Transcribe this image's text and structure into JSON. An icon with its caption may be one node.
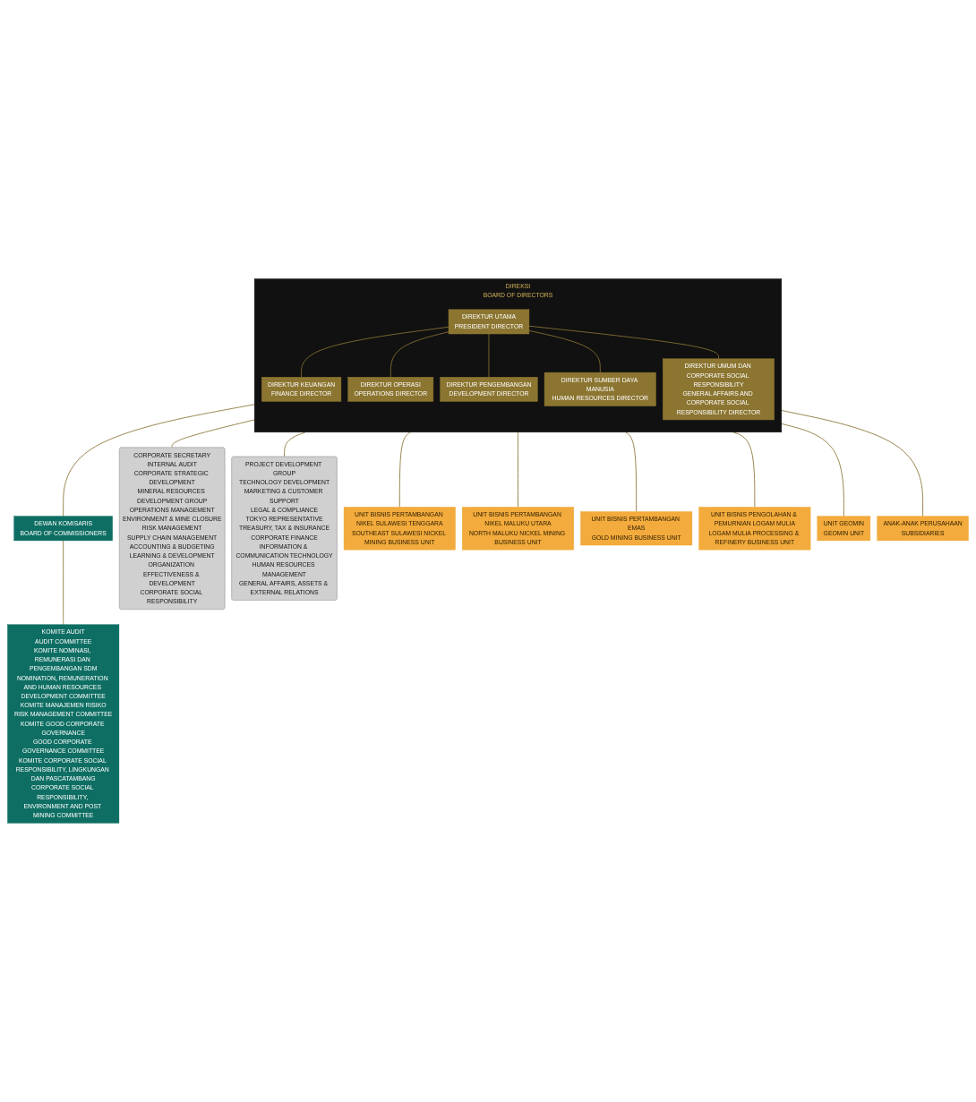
{
  "diagram": {
    "nodes": [
      {
        "text": [
          "DIREKSI",
          "BOARD OF DIRECTORS"
        ]
      },
      {
        "text": [
          "DIREKTUR UTAMA",
          "PRESIDENT DIRECTOR"
        ],
        "in": 0
      },
      {
        "text": [
          "DIREKTUR KEUANGAN",
          "FINANCE DIRECTOR"
        ],
        "in": 0
      },
      {
        "text": [
          "DIREKTUR OPERASI",
          "OPERATIONS DIRECTOR"
        ],
        "in": 0
      },
      {
        "text": [
          "DIREKTUR PENGEMBANGAN",
          "DEVELOPMENT DIRECTOR"
        ],
        "in": 0
      },
      {
        "text": [
          "DIREKTUR SUMBER DAYA MANUSIA",
          "HUMAN RESOURCES DIRECTOR"
        ],
        "in": 0
      },
      {
        "text": [
          "DIREKTUR UMUM DAN CORPORATE SOCIAL RESPONSIBILITY",
          "GENERAL AFFAIRS AND CORPORATE SOCIAL RESPONSIBILITY DIRECTOR"
        ],
        "in": 0
      },
      {
        "text": [
          "DEWAN KOMISARIS",
          "BOARD OF COMMISSIONERS"
        ]
      },
      {
        "text": [
          "KOMITE AUDIT",
          "AUDIT COMMITTEE",
          "KOMITE NOMINASI, REMUNERASI DAN PENGEMBANGAN SDM",
          "NOMINATION, REMUNERATION AND HUMAN RESOURCES DEVELOPMENT COMMITTEE",
          "KOMITE MANAJEMEN RISIKO",
          "RISK MANAGEMENT COMMITTEE",
          "KOMITE GOOD CORPORATE GOVERNANCE",
          "GOOD CORPORATE GOVERNANCE COMMITTEE",
          "KOMITE CORPORATE SOCIAL RESPONSIBILITY, LINGKUNGAN DAN PASCATAMBANG",
          "CORPORATE SOCIAL RESPONSIBILITY, ENVIRONMENT AND POST MINING COMMITTEE"
        ]
      },
      {
        "text": [
          "CORPORATE SECRETARY",
          "INTERNAL AUDIT",
          "CORPORATE STRATEGIC DEVELOPMENT",
          "MINERAL RESOURCES DEVELOPMENT GROUP",
          "OPERATIONS MANAGEMENT",
          "ENVIRONMENT & MINE CLOSURE",
          "RISK MANAGEMENT",
          "SUPPLY CHAIN MANAGEMENT",
          "ACCOUNTING & BUDGETING",
          "LEARNING & DEVELOPMENT",
          "ORGANIZATION EFFECTIVENESS & DEVELOPMENT",
          "CORPORATE SOCIAL RESPONSIBILITY"
        ]
      },
      {
        "text": [
          "PROJECT DEVELOPMENT GROUP",
          "TECHNOLOGY DEVELOPMENT",
          "MARKETING & CUSTOMER SUPPORT",
          "LEGAL & COMPLIANCE",
          "TOKYO REPRESENTATIVE",
          "TREASURY, TAX & INSURANCE",
          "CORPORATE FINANCE",
          "INFORMATION & COMMUNICATION TECHNOLOGY",
          "HUMAN RESOURCES MANAGEMENT",
          "GENERAL AFFAIRS, ASSETS & EXTERNAL RELATIONS"
        ]
      },
      {
        "text": [
          "UNIT BISNIS PERTAMBANGAN NIKEL SULAWESI TENGGARA",
          "SOUTHEAST SULAWESI NICKEL MINING BUSINESS UNIT"
        ]
      },
      {
        "text": [
          "UNIT BISNIS PERTAMBANGAN NIKEL MALUKU UTARA",
          "NORTH MALUKU NICKEL MINING BUSINESS UNIT"
        ]
      },
      {
        "text": [
          "UNIT BISNIS PERTAMBANGAN EMAS",
          "GOLD MINING BUSINESS UNIT"
        ]
      },
      {
        "text": [
          "UNIT BISNIS PENGOLAHAN & PEMURNIAN LOGAM MULIA",
          "LOGAM MULIA PROCESSING & REFINERY BUSINESS UNIT"
        ]
      },
      {
        "text": [
          "UNIT GEOMIN",
          "GEOMIN UNIT"
        ]
      },
      {
        "text": [
          "ANAK-ANAK PERUSAHAAN",
          "SUBSIDIARIES"
        ]
      }
    ],
    "edges": [
      {
        "from": 1,
        "to": 2,
        "arrow": "none"
      },
      {
        "from": 1,
        "to": 3,
        "arrow": "none"
      },
      {
        "from": 1,
        "to": 4,
        "arrow": "none"
      },
      {
        "from": 1,
        "to": 5,
        "arrow": "none"
      },
      {
        "from": 1,
        "to": 6,
        "arrow": "none"
      },
      {
        "from": 0,
        "to": 7,
        "arrow": "none"
      },
      {
        "from": 7,
        "to": 8,
        "arrow": "none"
      },
      {
        "from": 0,
        "to": 9,
        "arrow": "none"
      },
      {
        "from": 0,
        "to": 10,
        "arrow": "none"
      },
      {
        "from": 0,
        "to": 11,
        "arrow": "none"
      },
      {
        "from": 0,
        "to": 12,
        "arrow": "none"
      },
      {
        "from": 0,
        "to": 13,
        "arrow": "none"
      },
      {
        "from": 0,
        "to": 14,
        "arrow": "none"
      },
      {
        "from": 0,
        "to": 15,
        "arrow": "none"
      },
      {
        "from": 0,
        "to": 16,
        "arrow": "none"
      }
    ]
  }
}
